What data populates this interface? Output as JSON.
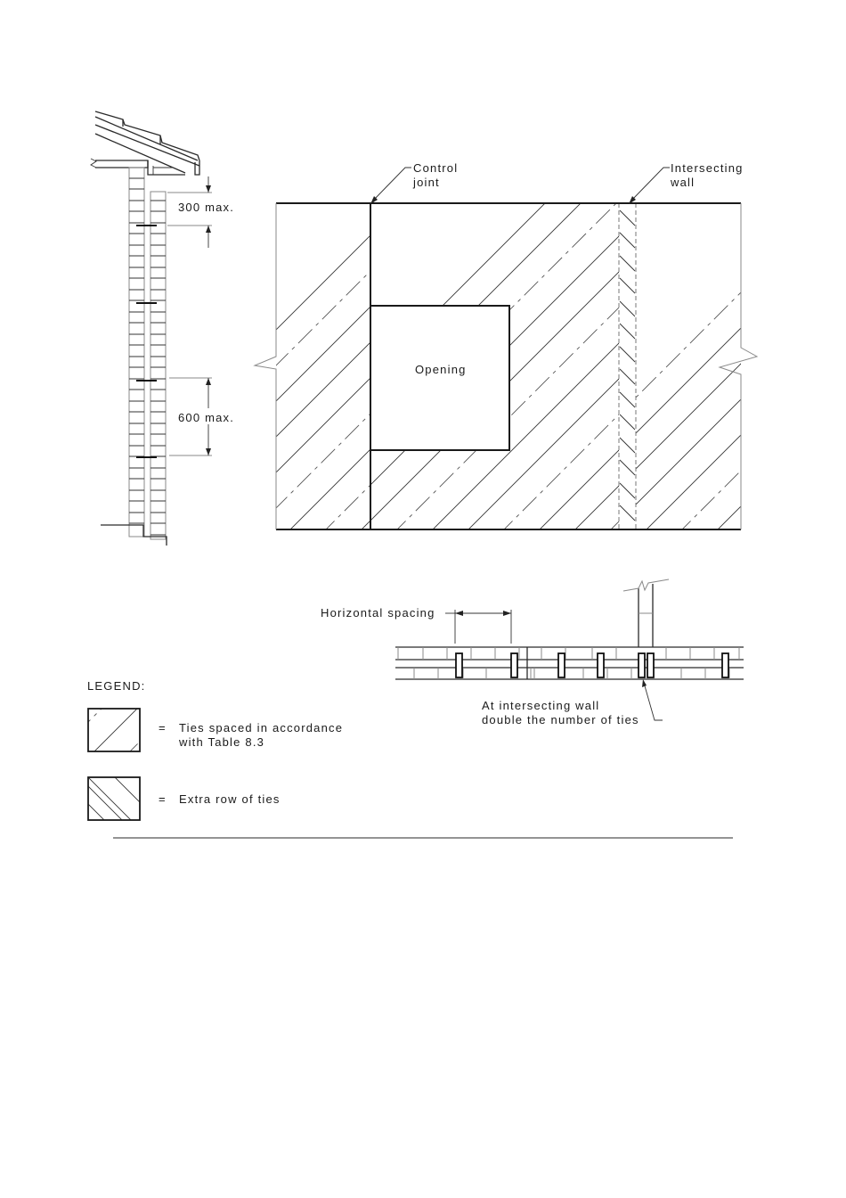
{
  "section_view": {
    "dim_top": "300 max.",
    "dim_mid": "600 max."
  },
  "elevation": {
    "control_joint_label_line1": "Control",
    "control_joint_label_line2": "joint",
    "intersecting_wall_label_line1": "Intersecting",
    "intersecting_wall_label_line2": "wall",
    "opening_label": "Opening"
  },
  "plan_view": {
    "horizontal_spacing_label": "Horizontal spacing",
    "note_line1": "At intersecting wall",
    "note_line2": "double the number of ties"
  },
  "legend": {
    "title": "LEGEND:",
    "items": [
      {
        "symbol": "=",
        "text_line1": "Ties spaced in accordance",
        "text_line2": "with Table 8.3",
        "pattern": "forward-hatch-dashdot"
      },
      {
        "symbol": "=",
        "text_line1": "Extra row of ties",
        "text_line2": "",
        "pattern": "back-hatch"
      }
    ]
  },
  "colors": {
    "line": "#1a1a1a",
    "background": "#ffffff"
  }
}
